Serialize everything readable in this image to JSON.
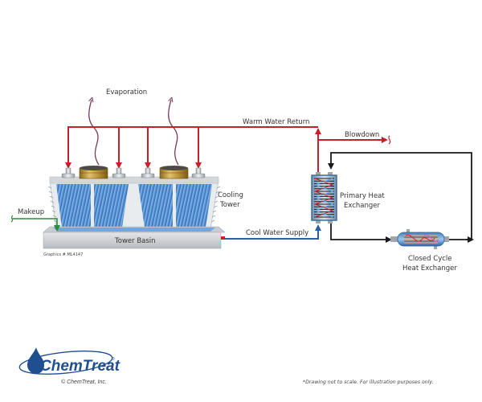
{
  "labels": {
    "evaporation": "Evaporation",
    "warm_water_return": "Warm Water Return",
    "blowdown": "Blowdown",
    "cooling_tower_line1": "Cooling",
    "cooling_tower_line2": "Tower",
    "makeup": "Makeup",
    "tower_basin": "Tower Basin",
    "cool_water_supply": "Cool Water Supply",
    "primary_hx_line1": "Primary Heat",
    "primary_hx_line2": "Exchanger",
    "closed_cycle_line1": "Closed Cycle",
    "closed_cycle_line2": "Heat Exchanger",
    "graphics_id": "Graphics # ML4147"
  },
  "footer": {
    "brand": "ChemTreat",
    "registered_mark": "®",
    "copyright": "© ChemTreat, Inc.",
    "disclaimer": "*Drawing not to scale. For illustration purposes only."
  },
  "colors": {
    "warm_line": "#c8202a",
    "cool_line": "#2a5fa8",
    "makeup_line": "#2e8b3e",
    "closed_loop_line": "#1a1a1a",
    "evaporation_wave": "#7a3a5a",
    "brand_blue": "#1f4f8f"
  }
}
